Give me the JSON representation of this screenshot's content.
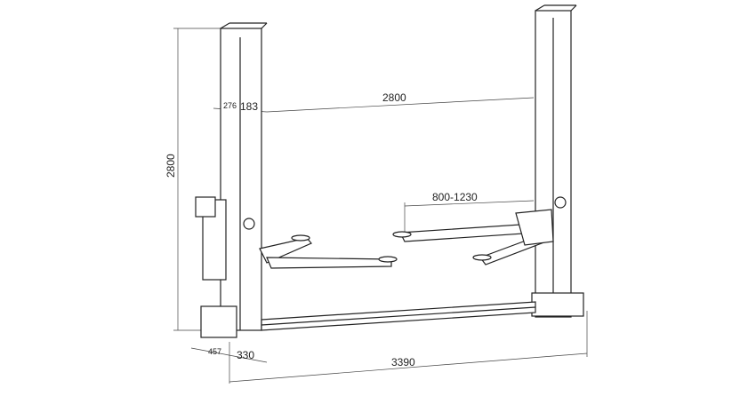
{
  "diagram": {
    "dimensions": {
      "height": "2800",
      "post_width": "276",
      "post_gap": "183",
      "inner_width": "2800",
      "arm_reach": "800-1230",
      "base_depth": "457",
      "base_offset": "330",
      "overall_width": "3390"
    },
    "line_color": "#222222"
  }
}
